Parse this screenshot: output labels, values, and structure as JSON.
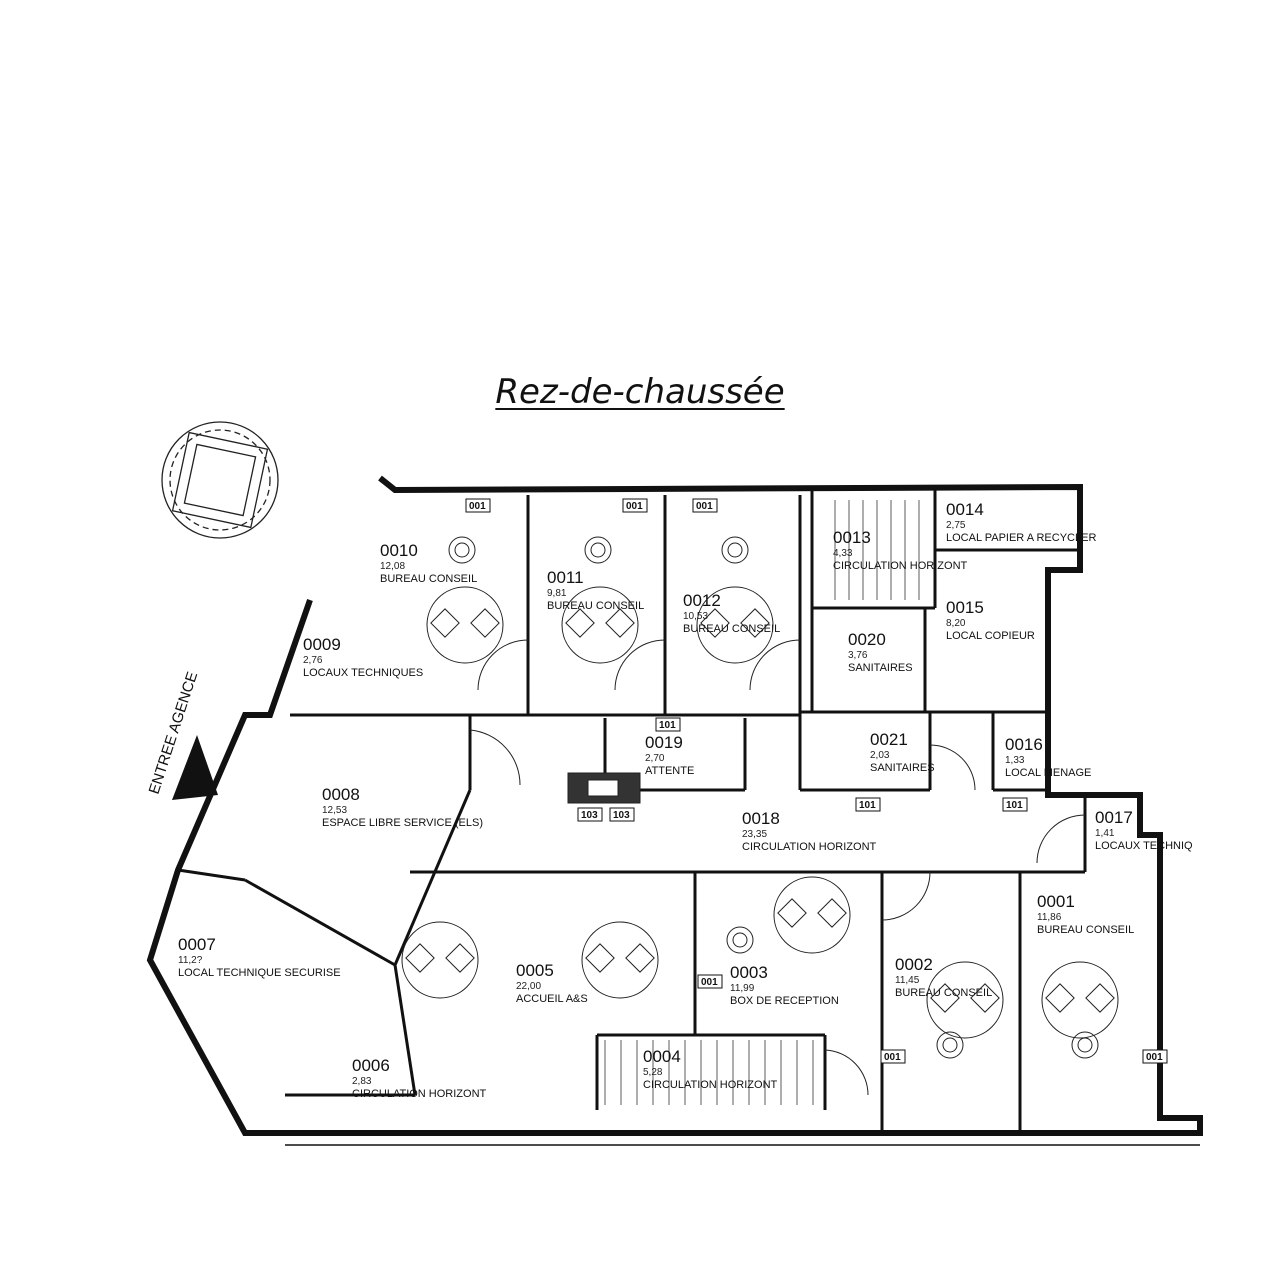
{
  "title": "Rez-de-chaussée",
  "entrance_label": "ENTREE AGENCE",
  "rooms": [
    {
      "id": "0001",
      "area": "11,86",
      "name": "BUREAU CONSEIL"
    },
    {
      "id": "0002",
      "area": "11,45",
      "name": "BUREAU CONSEIL"
    },
    {
      "id": "0003",
      "area": "11,99",
      "name": "BOX DE RECEPTION"
    },
    {
      "id": "0004",
      "area": "5,28",
      "name": "CIRCULATION HORIZONT"
    },
    {
      "id": "0005",
      "area": "22,00",
      "name": "ACCUEIL A&S"
    },
    {
      "id": "0006",
      "area": "2,83",
      "name": "CIRCULATION HORIZONT"
    },
    {
      "id": "0007",
      "area": "11,2?",
      "name": "LOCAL TECHNIQUE SECURISE"
    },
    {
      "id": "0008",
      "area": "12,53",
      "name": "ESPACE LIBRE SERVICE (ELS)"
    },
    {
      "id": "0009",
      "area": "2,76",
      "name": "LOCAUX TECHNIQUES"
    },
    {
      "id": "0010",
      "area": "12,08",
      "name": "BUREAU CONSEIL"
    },
    {
      "id": "0011",
      "area": "9,81",
      "name": "BUREAU CONSEIL"
    },
    {
      "id": "0012",
      "area": "10,53",
      "name": "BUREAU CONSEIL"
    },
    {
      "id": "0013",
      "area": "4,33",
      "name": "CIRCULATION HORIZONT"
    },
    {
      "id": "0014",
      "area": "2,75",
      "name": "LOCAL PAPIER A RECYCLER"
    },
    {
      "id": "0015",
      "area": "8,20",
      "name": "LOCAL COPIEUR"
    },
    {
      "id": "0016",
      "area": "1,33",
      "name": "LOCAL MENAGE"
    },
    {
      "id": "0017",
      "area": "1,41",
      "name": "LOCAUX TECHNIQ"
    },
    {
      "id": "0018",
      "area": "23,35",
      "name": "CIRCULATION HORIZONT"
    },
    {
      "id": "0019",
      "area": "2,70",
      "name": "ATTENTE"
    },
    {
      "id": "0020",
      "area": "3,76",
      "name": "SANITAIRES"
    },
    {
      "id": "0021",
      "area": "2,03",
      "name": "SANITAIRES"
    }
  ],
  "door_tags": [
    "001",
    "001",
    "001",
    "101",
    "101",
    "101",
    "103",
    "103",
    "001",
    "001",
    "001"
  ]
}
